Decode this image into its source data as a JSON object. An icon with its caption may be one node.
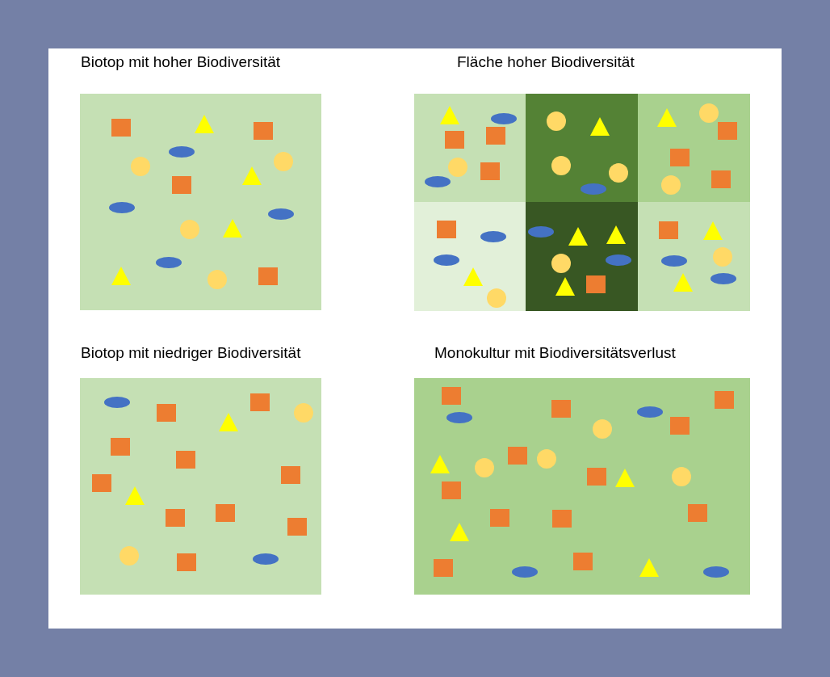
{
  "diagram": {
    "nodes": [
      {
        "text": [
          "Biotop mit hoher Biodiversität"
        ]
      },
      {
        "text": [
          "Fläche hoher Biodiversität"
        ]
      },
      {
        "text": [
          "Biotop mit niedriger Biodiversität"
        ]
      },
      {
        "text": [
          "Monokultur mit Biodiversitätsverlust"
        ]
      }
    ]
  }
}
